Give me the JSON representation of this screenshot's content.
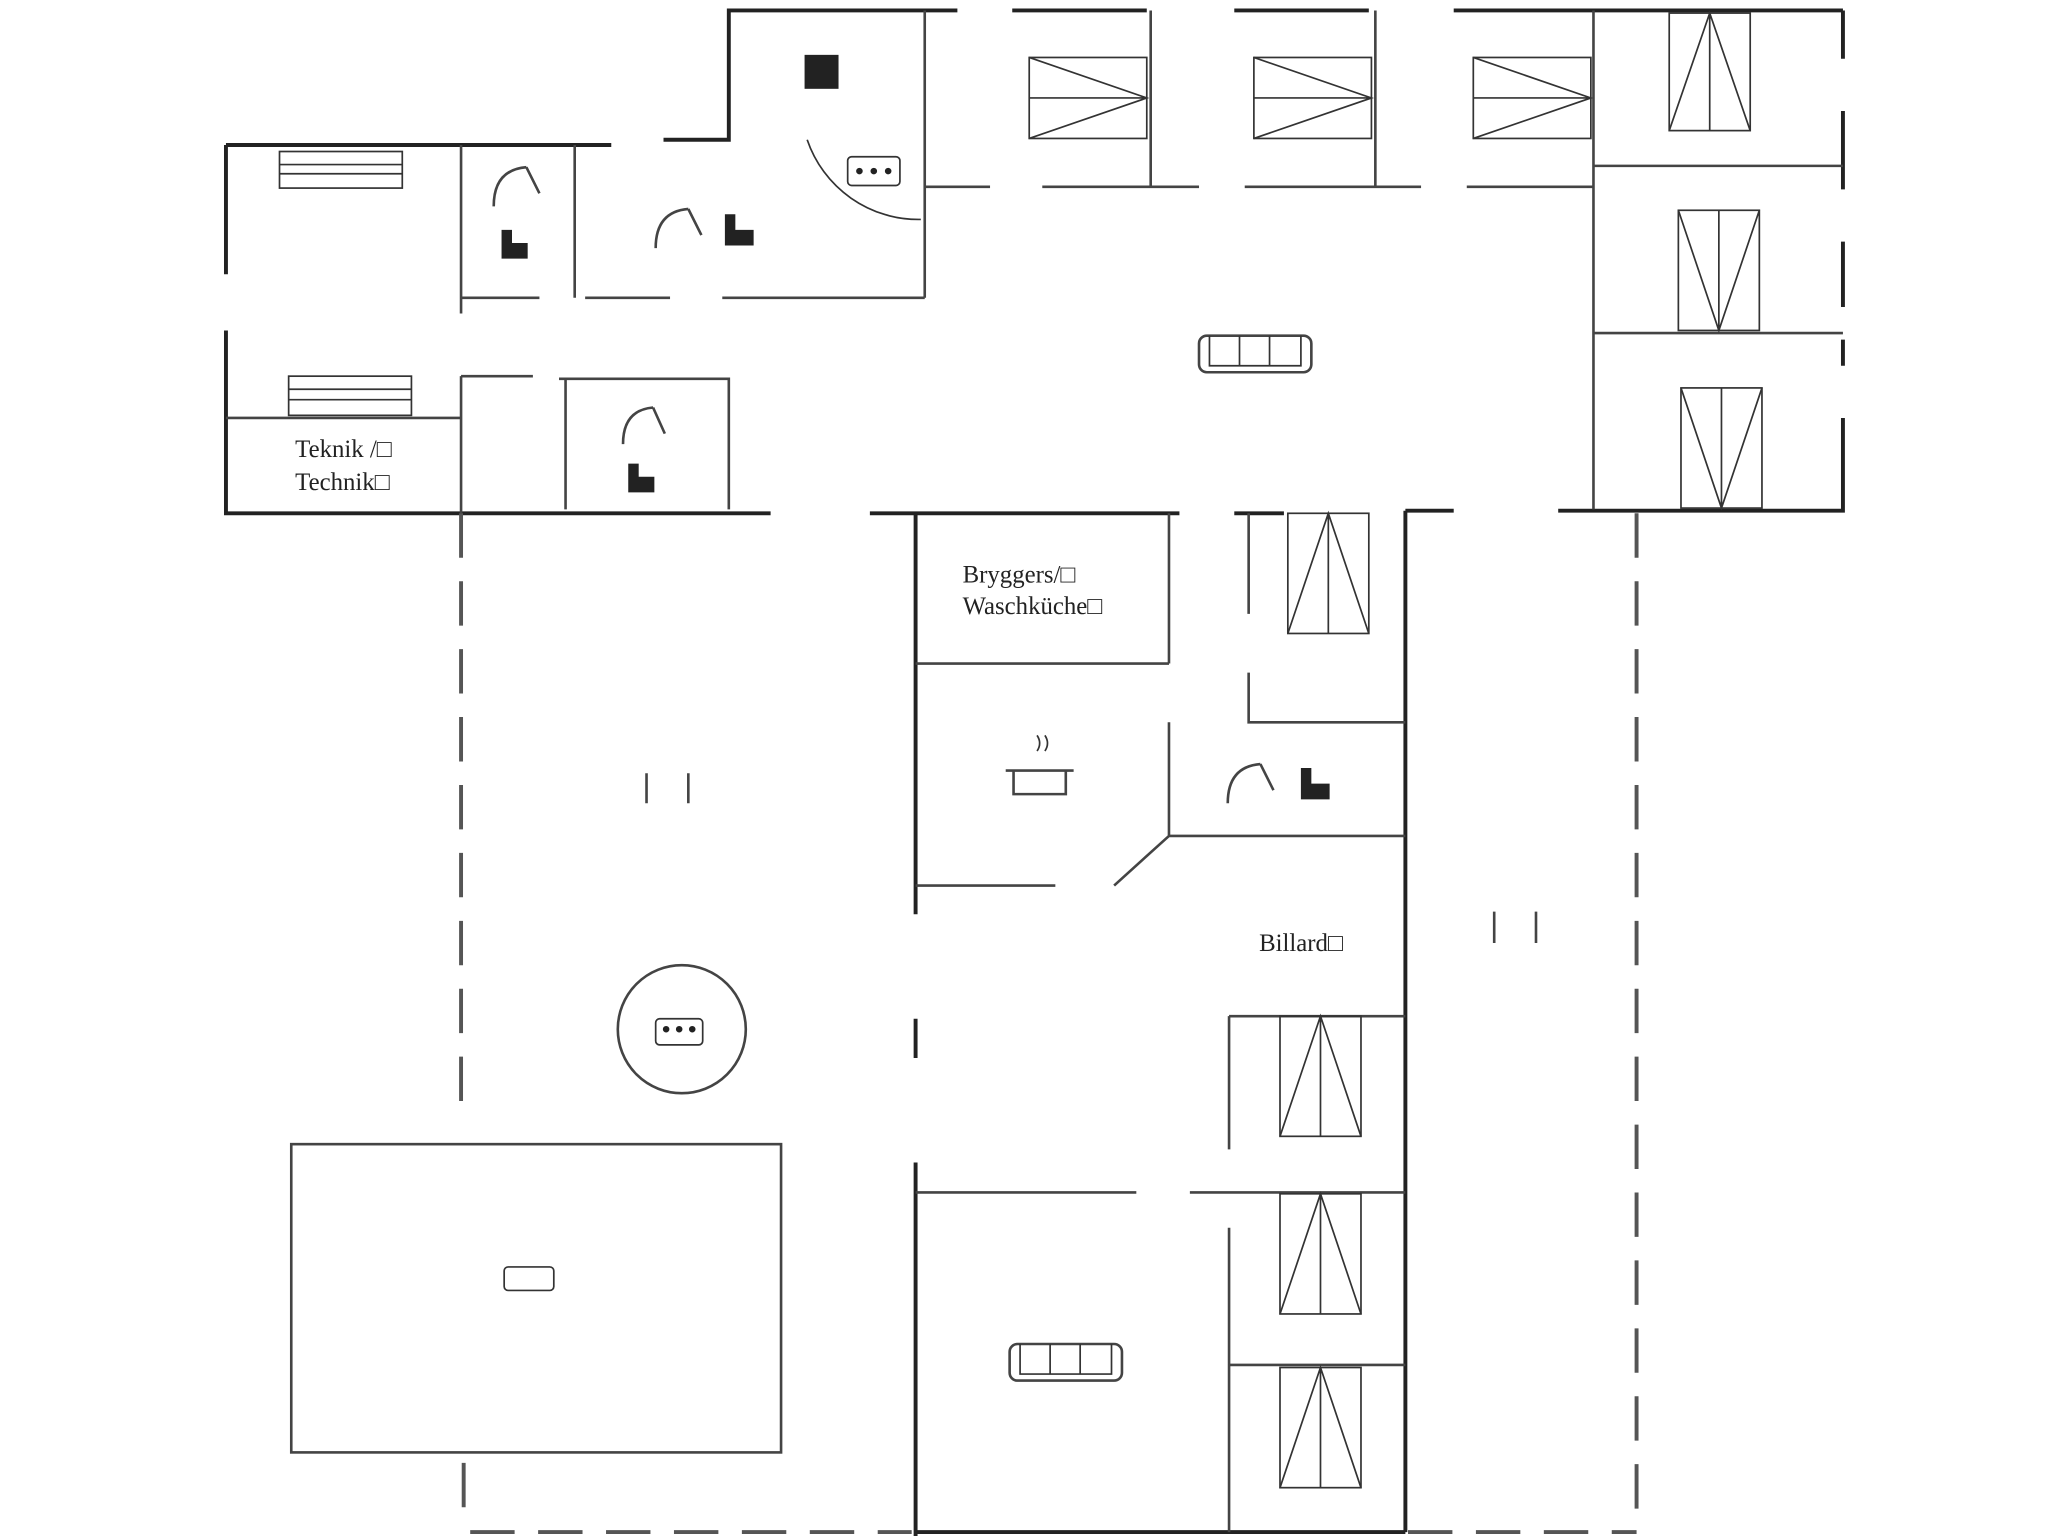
{
  "labels": {
    "technik_line1": "Teknik /□",
    "technik_line2": "Technik□",
    "laundry_line1": "Bryggers/□",
    "laundry_line2": "Waschküche□",
    "billiard": "Billard□"
  },
  "colors": {
    "walls": "#222222",
    "background": "#ffffff"
  }
}
